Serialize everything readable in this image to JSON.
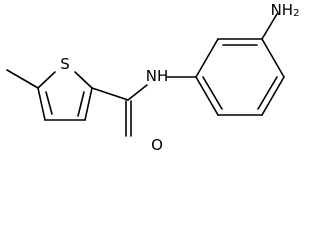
{
  "structure": {
    "atoms": {
      "thiophene_sulfur": "S",
      "amide_nitrogen": "NH",
      "amide_oxygen": "O",
      "amino_group": "NH",
      "amino_subscript": "2"
    }
  },
  "colors": {
    "bond": "#000000",
    "text": "#000000",
    "background": "#ffffff"
  }
}
